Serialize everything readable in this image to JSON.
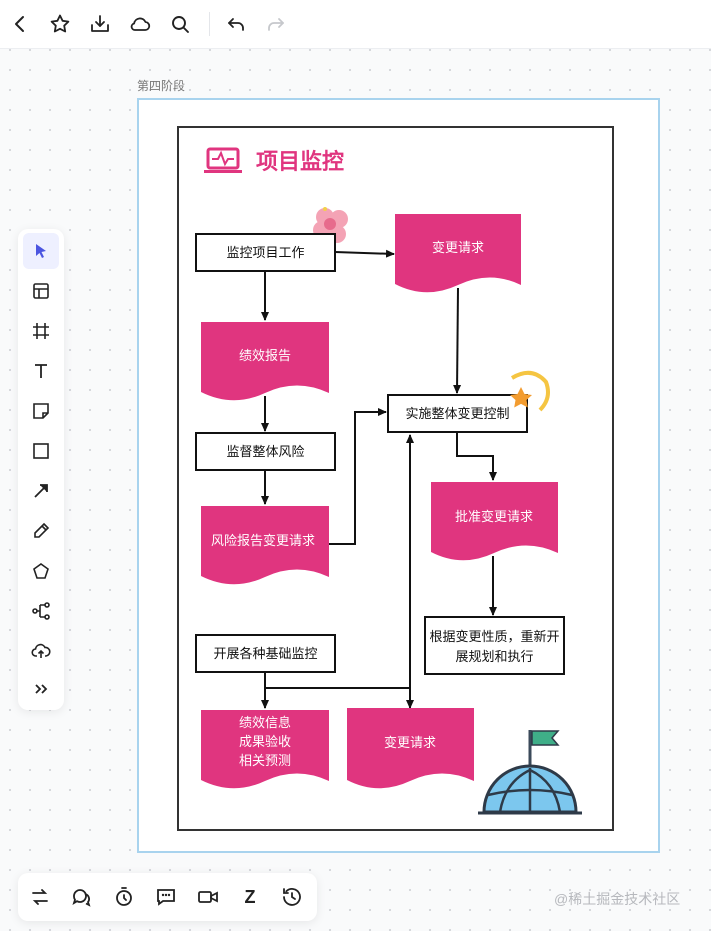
{
  "toolbar_top": {
    "icons": [
      "back-icon",
      "star-icon",
      "download-icon",
      "cloud-icon",
      "search-icon",
      "undo-icon",
      "redo-icon"
    ]
  },
  "frame": {
    "label": "第四阶段"
  },
  "diagram": {
    "title": "项目监控",
    "accent_color": "#e0357f",
    "nodes": {
      "monitor_work": "监控项目工作",
      "change_request_top": "变更请求",
      "performance_report": "绩效报告",
      "implement_change_control": "实施整体变更控制",
      "monitor_risk": "监督整体风险",
      "approve_change": "批准变更请求",
      "risk_report_change": "风险报告变更请求",
      "replan_line1": "根据变更性质，重新开",
      "replan_line2": "展规划和执行",
      "basic_monitoring": "开展各种基础监控",
      "perf_info_line1": "绩效信息",
      "perf_info_line2": "成果验收",
      "perf_info_line3": "相关预测",
      "change_request_bottom": "变更请求"
    }
  },
  "left_toolbar": {
    "tools": [
      "select-icon",
      "template-icon",
      "frame-icon",
      "text-icon",
      "sticky-note-icon",
      "rectangle-icon",
      "arrow-icon",
      "pen-icon",
      "polygon-icon",
      "mindmap-icon",
      "upload-icon",
      "more-icon"
    ],
    "active": "select-icon"
  },
  "bottom_toolbar": {
    "tools": [
      "flow-icon",
      "comment-icon",
      "timer-icon",
      "chat-icon",
      "video-icon",
      "z-icon",
      "history-icon"
    ],
    "z_label": "Z"
  },
  "watermark": "@稀土掘金技术社区"
}
